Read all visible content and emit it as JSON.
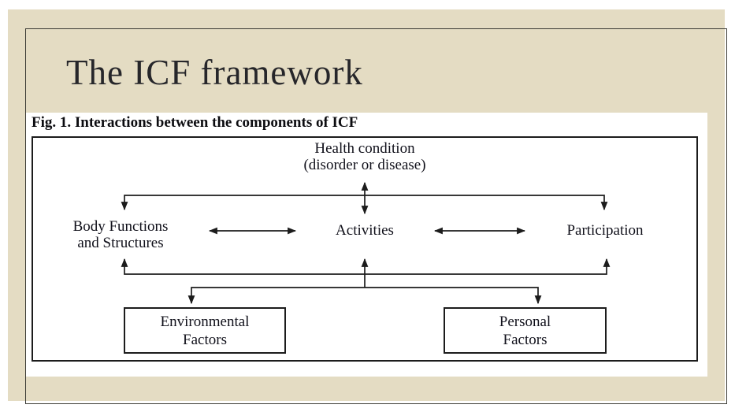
{
  "colors": {
    "page_background": "#ffffff",
    "slide_background": "#e4dcc3",
    "slide_border": "#3c3c36",
    "panel_background": "#ffffff",
    "diagram_line": "#1c1c1c",
    "text": "#10101a"
  },
  "slide": {
    "title": "The ICF framework"
  },
  "figure": {
    "caption": "Fig. 1. Interactions between the components of ICF",
    "nodes": {
      "health": {
        "line1": "Health condition",
        "line2": "(disorder or disease)"
      },
      "body": {
        "line1": "Body Functions",
        "line2": "and Structures"
      },
      "activities": {
        "label": "Activities"
      },
      "participation": {
        "label": "Participation"
      },
      "environmental": {
        "line1": "Environmental",
        "line2": "Factors"
      },
      "personal": {
        "line1": "Personal",
        "line2": "Factors"
      }
    }
  }
}
